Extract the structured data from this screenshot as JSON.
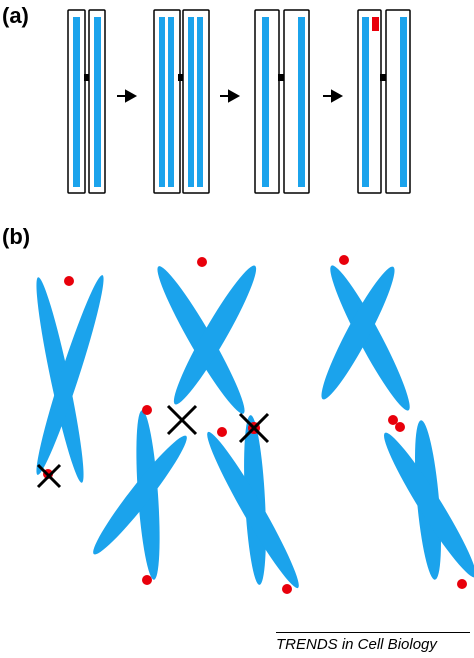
{
  "panels": [
    {
      "id": "a",
      "label": "(a)"
    },
    {
      "id": "b",
      "label": "(b)"
    }
  ],
  "colors": {
    "chromatid": "#1ba3ec",
    "telomere": "#e8000b",
    "centromere": "#000000",
    "outline": "#000000",
    "cross": "#000000"
  },
  "credit": "TRENDS in Cell Biology",
  "icons": [
    "arrow-right-icon",
    "crossover-x-icon"
  ]
}
